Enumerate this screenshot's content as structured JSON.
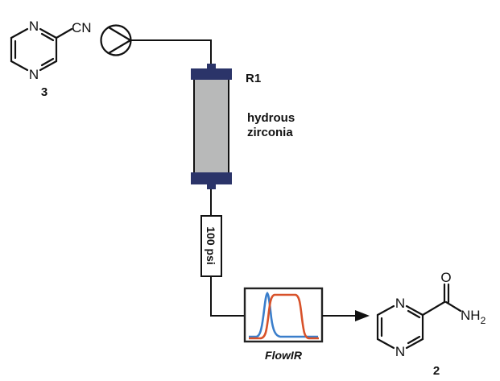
{
  "diagram": {
    "type": "flow-chemistry-scheme",
    "starting_material": {
      "compound_number": "3",
      "substituent_label": "CN",
      "ring_atoms": [
        "N",
        "N"
      ]
    },
    "pump": {
      "icon": "pump-icon"
    },
    "reactor": {
      "label": "R1",
      "packing_line1": "hydrous",
      "packing_line2": "zirconia",
      "cap_color": "#2b3469",
      "body_color": "#b8b9b9"
    },
    "back_pressure_regulator": {
      "label": "100 psi"
    },
    "inline_analysis": {
      "label": "FlowIR",
      "trace_colors": {
        "blue": "#3a7ecb",
        "orange": "#d8522a"
      }
    },
    "product": {
      "compound_number": "2",
      "carbonyl_o": "O",
      "amide_label": "NH",
      "amide_subscript": "2",
      "ring_atoms": [
        "N",
        "N"
      ]
    }
  }
}
